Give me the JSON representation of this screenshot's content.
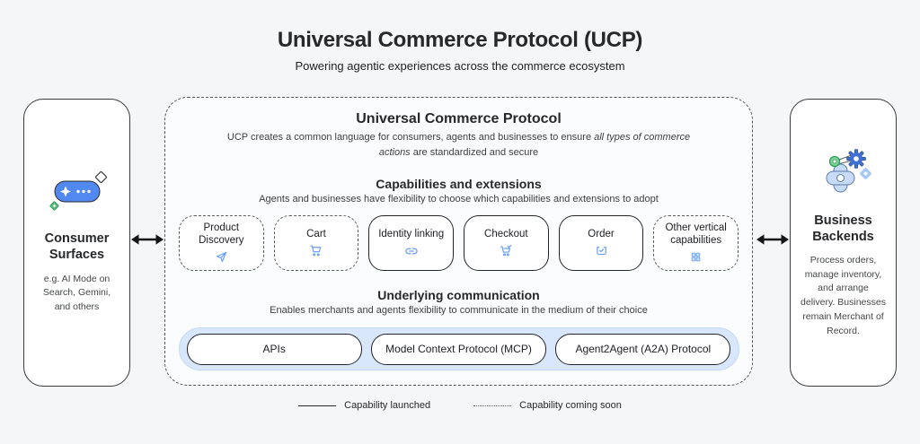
{
  "header": {
    "title": "Universal Commerce Protocol (UCP)",
    "subtitle": "Powering agentic experiences across the commerce ecosystem"
  },
  "consumer_panel": {
    "icon": "ai-spark-pill-icon",
    "title": "Consumer Surfaces",
    "description": "e.g. AI Mode on Search, Gemini, and others"
  },
  "business_panel": {
    "icon": "gears-automation-icon",
    "title": "Business Backends",
    "description": "Process orders, manage inventory, and arrange delivery. Businesses remain Merchant of Record."
  },
  "ucp_panel": {
    "title": "Universal Commerce Protocol",
    "description": {
      "prefix": "UCP creates a common language for consumers, agents and businesses to ensure ",
      "italic": "all types of commerce actions",
      "suffix": " are standardized and secure"
    },
    "capabilities": {
      "title": "Capabilities and extensions",
      "subtitle": "Agents and businesses have flexibility to choose which capabilities and extensions to adopt",
      "items": [
        {
          "label": "Product Discovery",
          "icon": "send-icon",
          "status": "coming-soon"
        },
        {
          "label": "Cart",
          "icon": "cart-icon",
          "status": "coming-soon"
        },
        {
          "label": "Identity linking",
          "icon": "link-icon",
          "status": "launched"
        },
        {
          "label": "Checkout",
          "icon": "cart-checkout-icon",
          "status": "launched"
        },
        {
          "label": "Order",
          "icon": "order-check-icon",
          "status": "launched"
        },
        {
          "label": "Other vertical capabilities",
          "icon": "grid-icon",
          "status": "coming-soon"
        }
      ]
    },
    "communication": {
      "title": "Underlying communication",
      "subtitle": "Enables merchants and agents flexibility to communicate in the medium of their choice",
      "protocols": [
        {
          "label": "APIs"
        },
        {
          "label": "Model Context Protocol (MCP)"
        },
        {
          "label": "Agent2Agent (A2A) Protocol"
        }
      ]
    }
  },
  "legend": {
    "launched_label": "Capability launched",
    "coming_soon_label": "Capability coming soon"
  },
  "colors": {
    "background": "#f5f6f8",
    "panel_bg": "#ffffff",
    "border_dark": "#202124",
    "accent_blue": "#4285f4",
    "icon_blue": "#669df6",
    "comm_bar_bg": "#d8e7fc",
    "green": "#34a853",
    "text_primary": "#202124",
    "text_secondary": "#3c4043"
  }
}
